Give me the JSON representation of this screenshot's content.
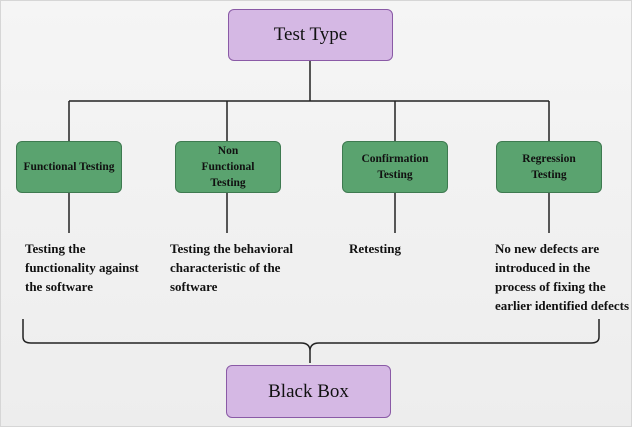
{
  "root": {
    "label": "Test Type"
  },
  "categories": [
    {
      "label": "Functional Testing",
      "description": "Testing the functionality against the software"
    },
    {
      "label": "Non Functional Testing",
      "description": "Testing the behavioral characteristic of the software"
    },
    {
      "label": "Confirmation Testing",
      "description": "Retesting"
    },
    {
      "label": "Regression Testing",
      "description": "No new defects are introduced in the process of fixing the earlier identified defects"
    }
  ],
  "bottom": {
    "label": "Black Box"
  },
  "colors": {
    "purple_fill": "#d5b8e4",
    "purple_border": "#8a5aa6",
    "green_fill": "#5aa36f",
    "green_border": "#3e7a50",
    "line": "#222222"
  }
}
